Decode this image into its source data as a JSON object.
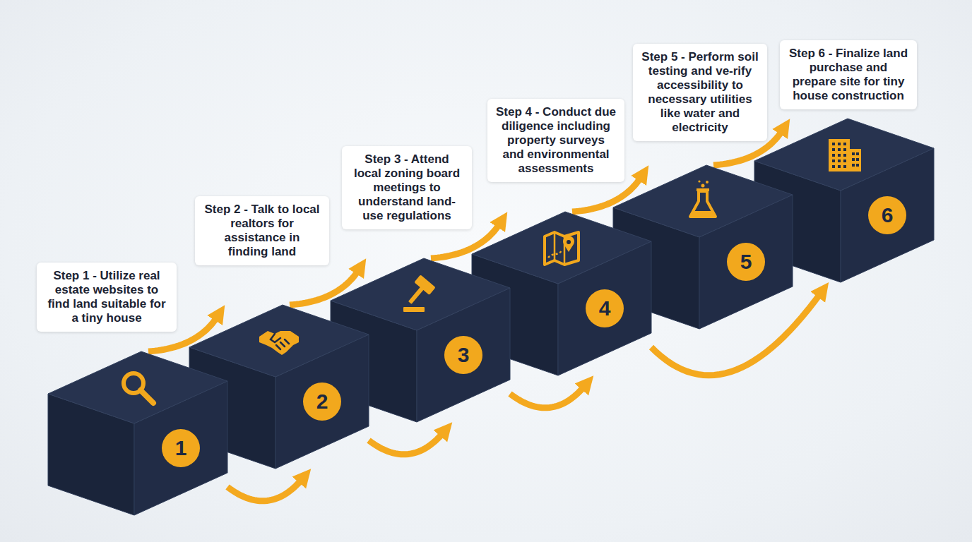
{
  "diagram": {
    "nodes": [
      {
        "text": [
          "Step 1 - Utilize real estate websites to find land suitable for a tiny house"
        ]
      },
      {
        "text": [
          "1"
        ]
      },
      {
        "text": [
          "Step 2 - Talk to local realtors for assistance in finding land"
        ]
      },
      {
        "text": [
          "2"
        ]
      },
      {
        "text": [
          "Step 3 - Attend local zoning board meetings to understand land-use regulations"
        ]
      },
      {
        "text": [
          "3"
        ]
      },
      {
        "text": [
          "Step 4 - Conduct due diligence including property surveys and environmental assessments"
        ]
      },
      {
        "text": [
          "4"
        ]
      },
      {
        "text": [
          "Step 5 - Perform soil testing and ve-rify accessibility to necessary utilities like water and electricity"
        ]
      },
      {
        "text": [
          "5"
        ]
      },
      {
        "text": [
          "Step 6 - Finalize land purchase and prepare site for tiny house construction"
        ]
      },
      {
        "text": [
          "6"
        ]
      }
    ],
    "edges": [
      {
        "from": 1,
        "to": 3,
        "arrow": "to"
      },
      {
        "from": 3,
        "to": 5,
        "arrow": "to"
      },
      {
        "from": 5,
        "to": 7,
        "arrow": "to"
      },
      {
        "from": 7,
        "to": 9,
        "arrow": "to"
      },
      {
        "from": 9,
        "to": 11,
        "arrow": "to"
      },
      {
        "from": 1,
        "to": 3,
        "arrow": "to"
      },
      {
        "from": 3,
        "to": 5,
        "arrow": "to"
      },
      {
        "from": 5,
        "to": 7,
        "arrow": "to"
      },
      {
        "from": 7,
        "to": 11,
        "arrow": "to"
      }
    ]
  }
}
